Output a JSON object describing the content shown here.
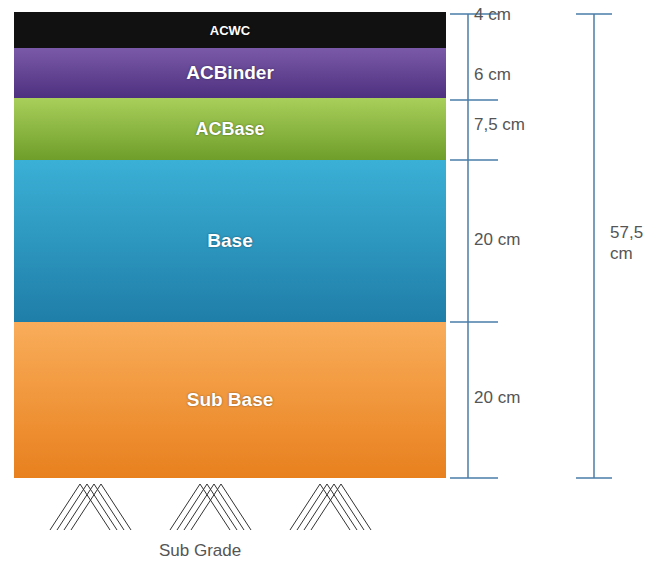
{
  "diagram": {
    "nodes": [
      {
        "text": [
          "ACWC"
        ]
      },
      {
        "text": [
          "ACBinder"
        ]
      },
      {
        "text": [
          "ACBase"
        ]
      },
      {
        "text": [
          "Base"
        ]
      },
      {
        "text": [
          "Sub Base"
        ]
      }
    ],
    "labels": [
      "4 cm",
      "6 cm",
      "7,5 cm",
      "20 cm",
      "20 cm",
      "57,5 cm",
      "Sub Grade"
    ]
  }
}
